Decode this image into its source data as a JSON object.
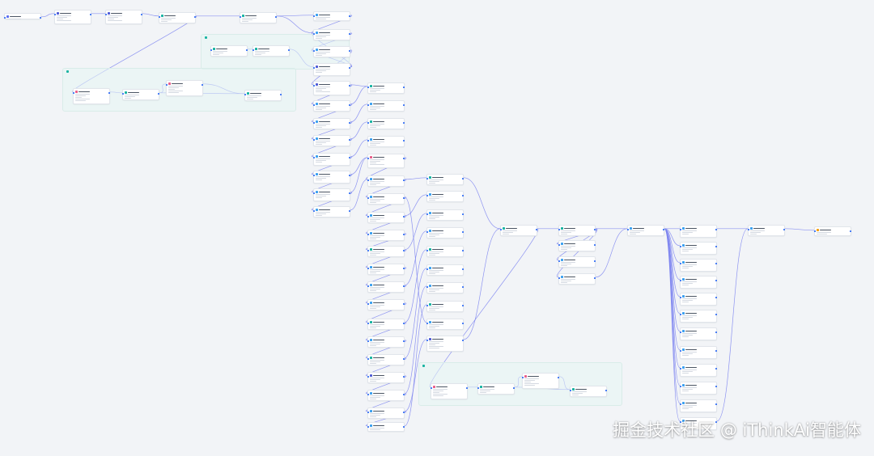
{
  "watermark": "掘金技术社区 @ iThinkAi智能体",
  "colors": {
    "background": "#f2f4f7",
    "edge": "#7b83f0",
    "handle": "#2e6bf5",
    "group_fill": "#e6f6f4",
    "start": "#5b6cf0",
    "llm": "#4f5bd5",
    "code": "#16b3a1",
    "http": "#e85d8a",
    "template": "#3aa0f0",
    "end": "#f59e0b"
  },
  "groups": [
    "iteration",
    "iteration",
    "iteration"
  ],
  "nodes": [
    {
      "id": "n1",
      "kind": "start"
    },
    {
      "id": "n2",
      "kind": "llm"
    },
    {
      "id": "n3",
      "kind": "llm"
    },
    {
      "id": "n4",
      "kind": "code"
    },
    {
      "id": "n5",
      "kind": "code"
    },
    {
      "id": "n6",
      "kind": "template"
    },
    {
      "id": "n7",
      "kind": "template"
    },
    {
      "id": "n8",
      "kind": "template"
    },
    {
      "id": "n9",
      "kind": "code"
    },
    {
      "id": "n10",
      "kind": "code"
    },
    {
      "id": "n11",
      "kind": "llm"
    },
    {
      "id": "n12",
      "kind": "http"
    },
    {
      "id": "n13",
      "kind": "code"
    },
    {
      "id": "n14",
      "kind": "http"
    },
    {
      "id": "n15",
      "kind": "code"
    },
    {
      "id": "c1",
      "kind": "llm"
    },
    {
      "id": "c2",
      "kind": "template"
    },
    {
      "id": "c3",
      "kind": "template"
    },
    {
      "id": "c4",
      "kind": "template"
    },
    {
      "id": "c5",
      "kind": "template"
    },
    {
      "id": "c6",
      "kind": "template"
    },
    {
      "id": "c7",
      "kind": "template"
    },
    {
      "id": "c8",
      "kind": "template"
    },
    {
      "id": "d1",
      "kind": "code"
    },
    {
      "id": "d2",
      "kind": "template"
    },
    {
      "id": "d3",
      "kind": "code"
    },
    {
      "id": "d4",
      "kind": "template"
    },
    {
      "id": "d5",
      "kind": "http"
    },
    {
      "id": "e1",
      "kind": "template"
    },
    {
      "id": "e2",
      "kind": "template"
    },
    {
      "id": "e3",
      "kind": "template"
    },
    {
      "id": "e4",
      "kind": "template"
    },
    {
      "id": "e5",
      "kind": "code"
    },
    {
      "id": "e6",
      "kind": "template"
    },
    {
      "id": "e7",
      "kind": "template"
    },
    {
      "id": "e8",
      "kind": "template"
    },
    {
      "id": "e9",
      "kind": "code"
    },
    {
      "id": "e10",
      "kind": "template"
    },
    {
      "id": "e11",
      "kind": "code"
    },
    {
      "id": "e12",
      "kind": "llm"
    },
    {
      "id": "e13",
      "kind": "template"
    },
    {
      "id": "e14",
      "kind": "template"
    },
    {
      "id": "e15",
      "kind": "template"
    },
    {
      "id": "f1",
      "kind": "code"
    },
    {
      "id": "f2",
      "kind": "template"
    },
    {
      "id": "f3",
      "kind": "template"
    },
    {
      "id": "f4",
      "kind": "template"
    },
    {
      "id": "f5",
      "kind": "code"
    },
    {
      "id": "f6",
      "kind": "template"
    },
    {
      "id": "f7",
      "kind": "template"
    },
    {
      "id": "f8",
      "kind": "code"
    },
    {
      "id": "f9",
      "kind": "template"
    },
    {
      "id": "f10",
      "kind": "llm"
    },
    {
      "id": "g1",
      "kind": "code"
    },
    {
      "id": "h1",
      "kind": "http"
    },
    {
      "id": "h2",
      "kind": "code"
    },
    {
      "id": "h3",
      "kind": "http"
    },
    {
      "id": "h4",
      "kind": "code"
    },
    {
      "id": "i1",
      "kind": "code"
    },
    {
      "id": "i2",
      "kind": "template"
    },
    {
      "id": "i3",
      "kind": "template"
    },
    {
      "id": "i4",
      "kind": "template"
    },
    {
      "id": "j1",
      "kind": "template"
    },
    {
      "id": "k1",
      "kind": "template"
    },
    {
      "id": "k2",
      "kind": "template"
    },
    {
      "id": "k3",
      "kind": "template"
    },
    {
      "id": "k4",
      "kind": "template"
    },
    {
      "id": "k5",
      "kind": "template"
    },
    {
      "id": "k6",
      "kind": "template"
    },
    {
      "id": "k7",
      "kind": "template"
    },
    {
      "id": "k8",
      "kind": "template"
    },
    {
      "id": "k9",
      "kind": "template"
    },
    {
      "id": "k10",
      "kind": "template"
    },
    {
      "id": "k11",
      "kind": "template"
    },
    {
      "id": "k12",
      "kind": "template"
    },
    {
      "id": "l1",
      "kind": "template"
    },
    {
      "id": "m1",
      "kind": "end"
    }
  ],
  "edges": [
    [
      "n1",
      "n2"
    ],
    [
      "n2",
      "n3"
    ],
    [
      "n3",
      "n4"
    ],
    [
      "n4",
      "n5"
    ],
    [
      "n5",
      "n6"
    ],
    [
      "n5",
      "n7"
    ],
    [
      "n6",
      "n7"
    ],
    [
      "n4",
      "n12"
    ],
    [
      "n12",
      "n13"
    ],
    [
      "n13",
      "n14"
    ],
    [
      "n14",
      "n15"
    ],
    [
      "n13",
      "n15"
    ],
    [
      "n9",
      "n10"
    ],
    [
      "n10",
      "n11"
    ],
    [
      "n11",
      "n7"
    ],
    [
      "n11",
      "n8"
    ],
    [
      "n7",
      "n8"
    ],
    [
      "n8",
      "c1"
    ],
    [
      "c1",
      "c2"
    ],
    [
      "c2",
      "c3"
    ],
    [
      "c3",
      "c4"
    ],
    [
      "c4",
      "c5"
    ],
    [
      "c5",
      "c6"
    ],
    [
      "c6",
      "c7"
    ],
    [
      "c7",
      "c8"
    ],
    [
      "c1",
      "d1"
    ],
    [
      "c2",
      "d1"
    ],
    [
      "c3",
      "d2"
    ],
    [
      "c4",
      "d3"
    ],
    [
      "c5",
      "d4"
    ],
    [
      "c6",
      "d5"
    ],
    [
      "c7",
      "d5"
    ],
    [
      "c8",
      "e1"
    ],
    [
      "d5",
      "e1"
    ],
    [
      "e1",
      "e2"
    ],
    [
      "e2",
      "e3"
    ],
    [
      "e3",
      "e4"
    ],
    [
      "e4",
      "e5"
    ],
    [
      "e5",
      "e6"
    ],
    [
      "e6",
      "e7"
    ],
    [
      "e7",
      "e8"
    ],
    [
      "e8",
      "e9"
    ],
    [
      "e9",
      "e10"
    ],
    [
      "e10",
      "e11"
    ],
    [
      "e11",
      "e12"
    ],
    [
      "e12",
      "e13"
    ],
    [
      "e13",
      "e14"
    ],
    [
      "e14",
      "e15"
    ],
    [
      "e1",
      "f1"
    ],
    [
      "e3",
      "f2"
    ],
    [
      "e5",
      "f3"
    ],
    [
      "e7",
      "f4"
    ],
    [
      "e9",
      "f5"
    ],
    [
      "e11",
      "f6"
    ],
    [
      "e13",
      "f7"
    ],
    [
      "e15",
      "f8"
    ],
    [
      "e2",
      "f9"
    ],
    [
      "e14",
      "f10"
    ],
    [
      "f10",
      "g1"
    ],
    [
      "f1",
      "g1"
    ],
    [
      "g1",
      "h1"
    ],
    [
      "h1",
      "h2"
    ],
    [
      "h2",
      "h3"
    ],
    [
      "h3",
      "h4"
    ],
    [
      "h2",
      "h4"
    ],
    [
      "g1",
      "i1"
    ],
    [
      "i1",
      "i2"
    ],
    [
      "i1",
      "i3"
    ],
    [
      "i1",
      "i4"
    ],
    [
      "i4",
      "j1"
    ],
    [
      "i1",
      "j1"
    ],
    [
      "j1",
      "k1"
    ],
    [
      "j1",
      "k2"
    ],
    [
      "j1",
      "k3"
    ],
    [
      "j1",
      "k4"
    ],
    [
      "j1",
      "k5"
    ],
    [
      "j1",
      "k6"
    ],
    [
      "j1",
      "k7"
    ],
    [
      "j1",
      "k8"
    ],
    [
      "j1",
      "k9"
    ],
    [
      "j1",
      "k10"
    ],
    [
      "j1",
      "k11"
    ],
    [
      "j1",
      "k12"
    ],
    [
      "k12",
      "l1"
    ],
    [
      "k1",
      "l1"
    ],
    [
      "l1",
      "m1"
    ]
  ]
}
